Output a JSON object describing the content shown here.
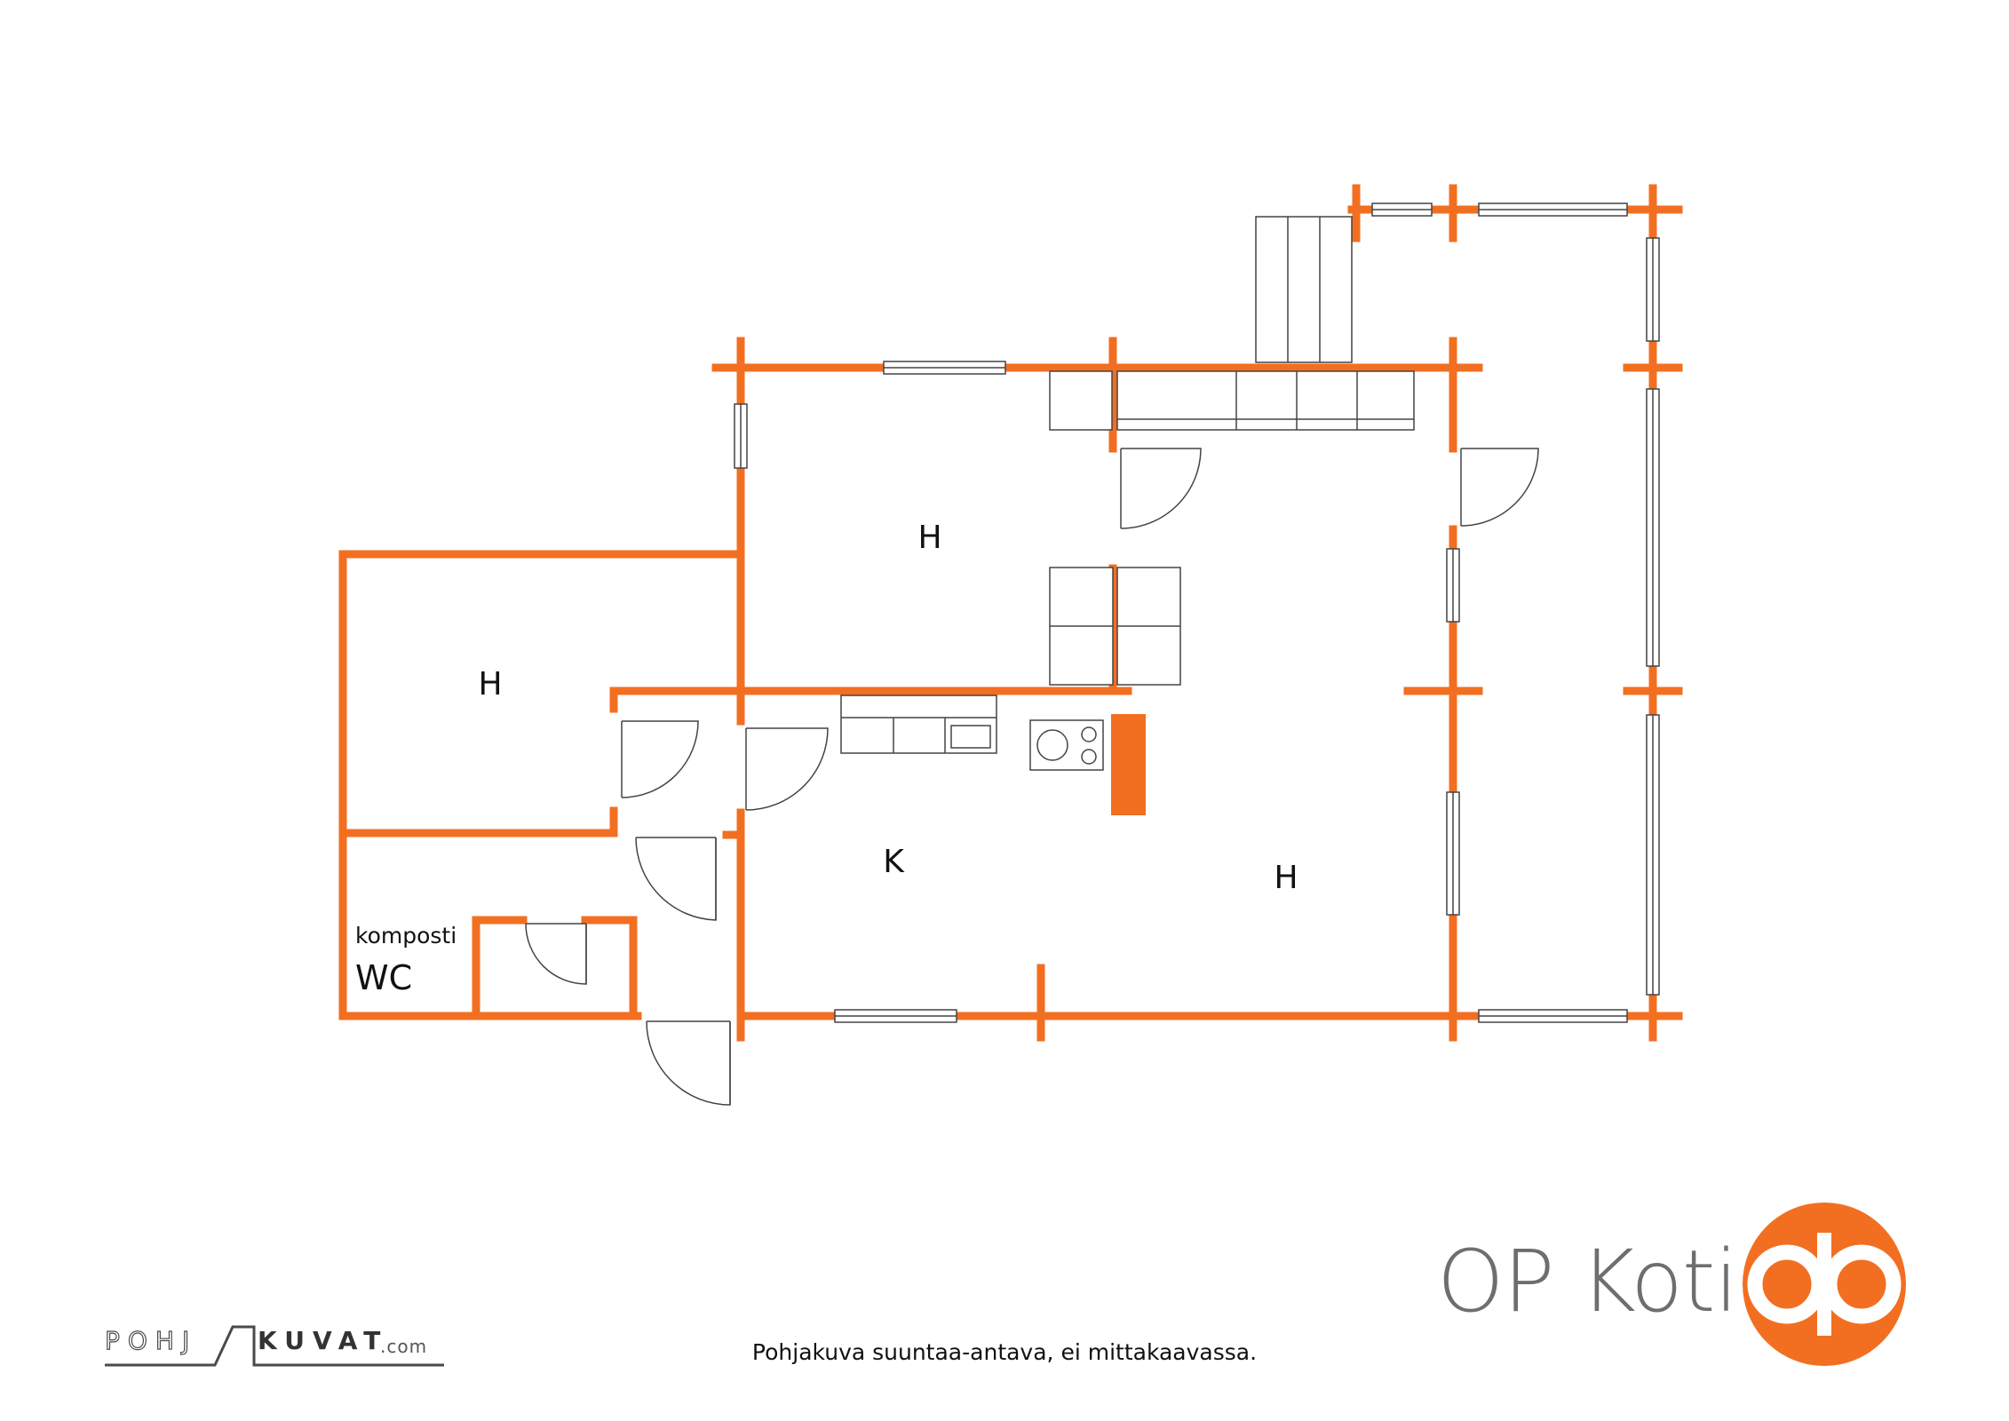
{
  "floorplan": {
    "rooms": [
      {
        "id": "room-h-left",
        "label": "H"
      },
      {
        "id": "room-h-top",
        "label": "H"
      },
      {
        "id": "room-k",
        "label": "K"
      },
      {
        "id": "room-h-right",
        "label": "H"
      },
      {
        "id": "room-wc-note",
        "label": "komposti"
      },
      {
        "id": "room-wc",
        "label": "WC"
      }
    ],
    "wall_color": "#f26f21",
    "line_color": "#444444"
  },
  "brand": {
    "name": "OP Koti",
    "logo_color": "#f26f21",
    "text_color": "#6d6e70",
    "logo_icon": "op-logo-icon"
  },
  "footer": {
    "disclaimer": "Pohjakuva suuntaa-antava, ei mittakaavassa.",
    "credit_part1": "POHJ",
    "credit_part2": "KUVAT",
    "credit_part3": ".com"
  }
}
